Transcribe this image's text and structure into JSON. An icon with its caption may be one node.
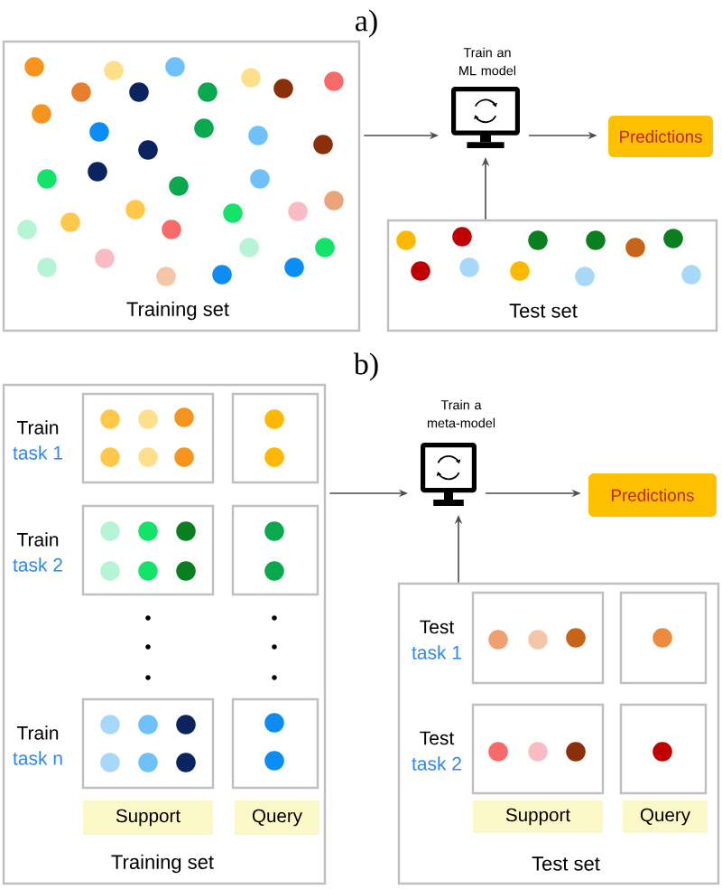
{
  "diagram": {
    "nodes": [
      {
        "text": [
          "Training set"
        ]
      },
      {
        "text": [],
        "shape": "picture",
        "beside": [
          "Train an ML model"
        ]
      },
      {
        "text": [
          "Predictions"
        ]
      },
      {
        "text": [
          "Test set"
        ]
      },
      {
        "text": [
          "Training set"
        ]
      },
      {
        "text": [],
        "shape": "box",
        "in": 4,
        "beside": [
          "Train",
          "task 1"
        ]
      },
      {
        "text": [],
        "shape": "box",
        "in": 4
      },
      {
        "text": [],
        "shape": "box",
        "in": 4,
        "beside": [
          "Train",
          "task 2"
        ]
      },
      {
        "text": [],
        "shape": "box",
        "in": 4
      },
      {
        "text": [],
        "shape": "box",
        "in": 4,
        "beside": [
          "Train",
          "task n"
        ]
      },
      {
        "text": [],
        "shape": "box",
        "in": 4
      },
      {
        "text": [
          "Support"
        ],
        "in": 4
      },
      {
        "text": [
          "Query"
        ],
        "in": 4
      },
      {
        "text": [],
        "shape": "picture",
        "beside": [
          "Train a meta-model"
        ]
      },
      {
        "text": [
          "Predictions"
        ]
      },
      {
        "text": [
          "Test set"
        ]
      },
      {
        "text": [],
        "shape": "box",
        "in": 15,
        "beside": [
          "Test",
          "task 1"
        ]
      },
      {
        "text": [],
        "shape": "box",
        "in": 15
      },
      {
        "text": [],
        "shape": "box",
        "in": 15,
        "beside": [
          "Test",
          "task 2"
        ]
      },
      {
        "text": [],
        "shape": "box",
        "in": 15
      },
      {
        "text": [
          "Support"
        ],
        "in": 15
      },
      {
        "text": [
          "Query"
        ],
        "in": 15
      }
    ],
    "edges": [
      {
        "from": 0,
        "to": 1,
        "arrow": "to"
      },
      {
        "from": 1,
        "to": 2,
        "arrow": "to"
      },
      {
        "from": 3,
        "to": 1,
        "arrow": "to"
      },
      {
        "from": 4,
        "to": 13,
        "arrow": "to"
      },
      {
        "from": 13,
        "to": 14,
        "arrow": "to"
      },
      {
        "from": 15,
        "to": 13,
        "arrow": "to"
      }
    ],
    "labels": [
      "a)",
      "b)"
    ]
  }
}
